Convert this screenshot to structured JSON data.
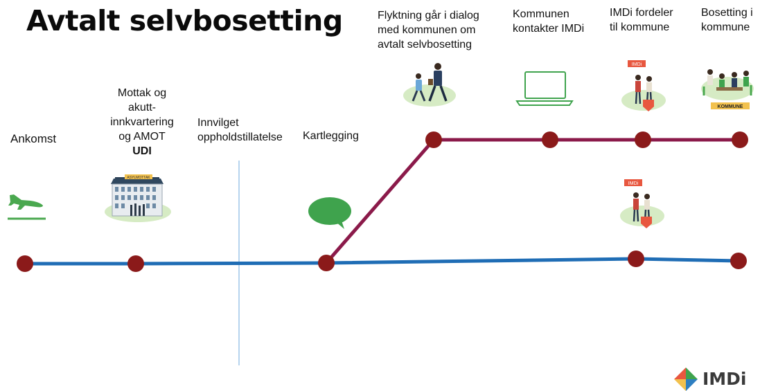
{
  "title": "Avtalt selvbosetting",
  "labels": {
    "ankomst": "Ankomst",
    "mottak_lines": [
      "Mottak og",
      "akutt-",
      "innkvartering",
      "og AMOT"
    ],
    "mottak_bold": "UDI",
    "innvilget_lines": [
      "Innvilget",
      "oppholdstillatelse"
    ],
    "kartlegging": "Kartlegging",
    "dialog_lines": [
      "Flyktning går i dialog",
      "med kommunen om",
      "avtalt selvbosetting"
    ],
    "kontakter_lines": [
      "Kommunen",
      "kontakter IMDi"
    ],
    "fordeler_lines": [
      "IMDi fordeler",
      "til kommune"
    ],
    "bosetting_lines": [
      "Bosetting i",
      "kommune"
    ]
  },
  "illustrations": {
    "building_sign": "ASYLMOTTAK",
    "imdi_sign_top": "IMDi",
    "imdi_sign_bottom": "IMDi",
    "kommune_banner": "KOMMUNE"
  },
  "icons": {
    "airplane": "airplane-landing-icon",
    "chat": "speech-bubble-icon",
    "laptop": "laptop-icon"
  },
  "logo": {
    "text": "IMDi"
  },
  "colors": {
    "blue_line": "#1f6db5",
    "purple_line": "#8b1a4a",
    "node": "#8b1a1a",
    "green": "#3fa34d",
    "divider": "#9dc6e8"
  }
}
